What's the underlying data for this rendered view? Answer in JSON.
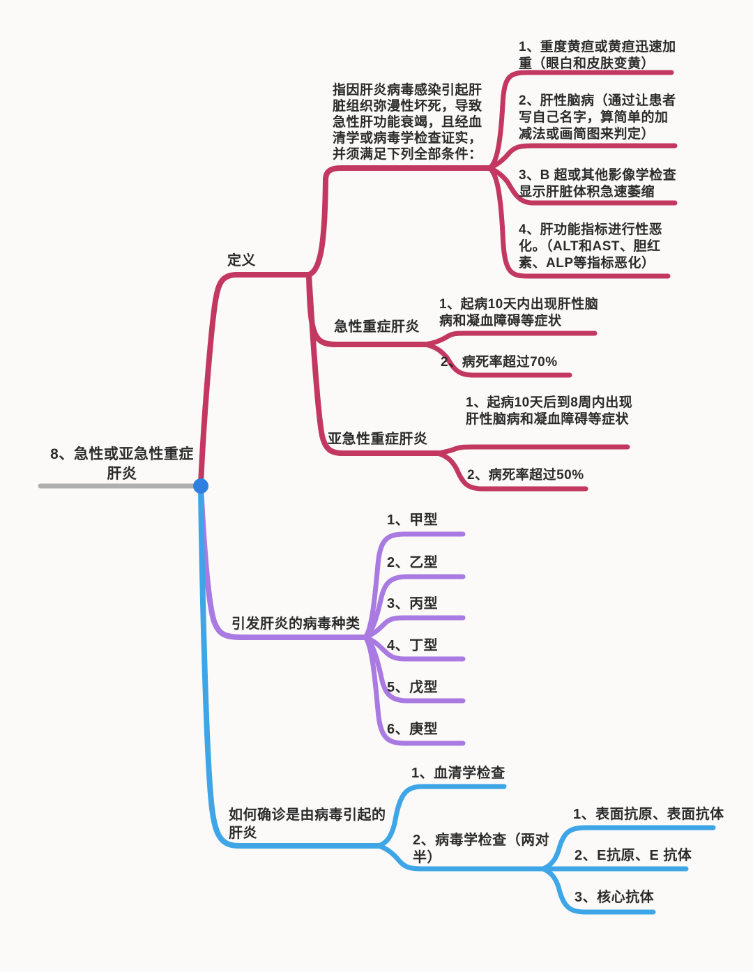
{
  "colors": {
    "branch_pink": "#c23861",
    "branch_purple": "#a97ae1",
    "branch_blue": "#3ea5e6",
    "root_line_gray": "#b0afaf",
    "dot_blue": "#2e7fe0",
    "text": "#2b2b2b",
    "background": "#fbfaf8"
  },
  "map": {
    "root": {
      "label": "8、急性或亚急性重症肝炎"
    },
    "definition_branch": {
      "label": "定义",
      "description": {
        "text": "指因肝炎病毒感染引起肝脏组织弥漫性坏死，导致急性肝功能衰竭，且经血清学或病毒学检查证实，并须满足下列全部条件：",
        "criteria": [
          "1、重度黄疸或黄疸迅速加重（眼白和皮肤变黄）",
          "2、肝性脑病（通过让患者写自己名字，算简单的加减法或画简图来判定）",
          "3、B 超或其他影像学检查显示肝脏体积急速萎缩",
          "4、肝功能指标进行性恶化。（ALT和AST、胆红素、ALP等指标恶化）"
        ]
      },
      "acute": {
        "label": "急性重症肝炎",
        "items": [
          "1、起病10天内出现肝性脑病和凝血障碍等症状",
          "2、病死率超过70%"
        ]
      },
      "subacute": {
        "label": "亚急性重症肝炎",
        "items": [
          "1、起病10天后到8周内出现肝性脑病和凝血障碍等症状",
          "2、病死率超过50%"
        ]
      }
    },
    "virus_branch": {
      "label": "引发肝炎的病毒种类",
      "items": [
        "1、甲型",
        "2、乙型",
        "3、丙型",
        "4、丁型",
        "5、戊型",
        "6、庚型"
      ]
    },
    "diagnosis_branch": {
      "label": "如何确诊是由病毒引起的肝炎",
      "serology": {
        "label": "1、血清学检查"
      },
      "virology": {
        "label": "2、病毒学检查（两对半）",
        "items": [
          "1、表面抗原、表面抗体",
          "2、E抗原、E 抗体",
          "3、核心抗体"
        ]
      }
    }
  }
}
